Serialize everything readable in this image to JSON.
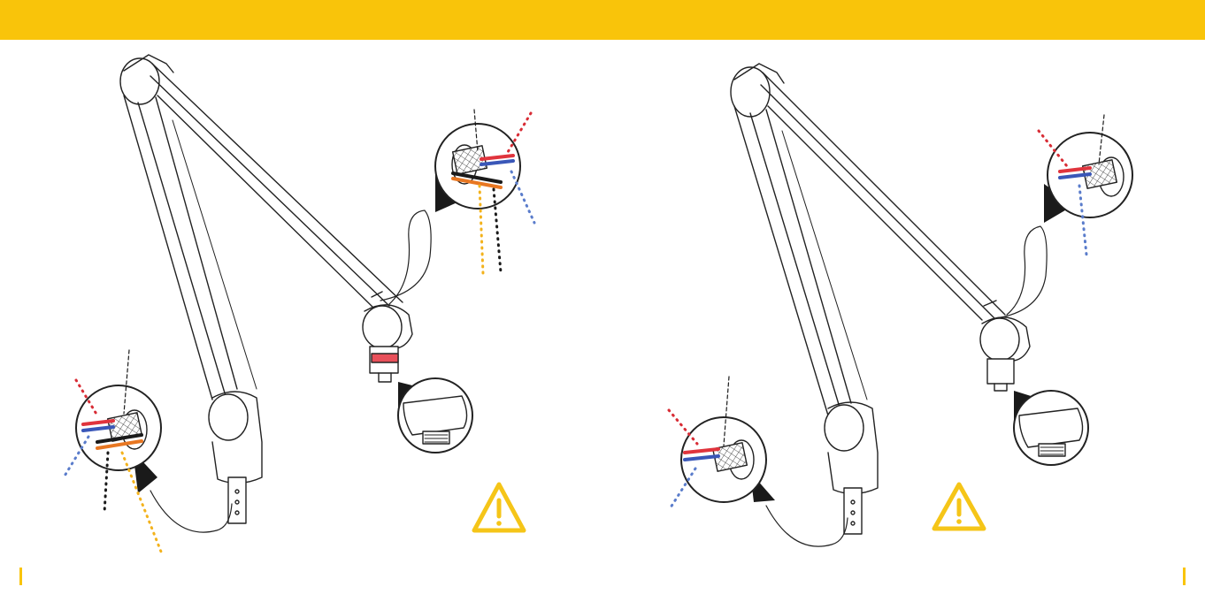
{
  "colors": {
    "brand_yellow": "#F9C40A",
    "warning_yellow": "#F5C518",
    "wire_red": "#E0343D",
    "wire_blue": "#3A57B8",
    "wire_orange": "#E87722",
    "wire_black": "#1A1A1A",
    "dotted_red": "#D82C35",
    "dotted_blue": "#5A7CCB",
    "dotted_yellow": "#F3B21C",
    "outline": "#222222",
    "led_ring": "#E8505A"
  },
  "panels": [
    {
      "id": "left",
      "illustration": "boom-arm-with-led-ring",
      "wires_top_connector": [
        "black",
        "red",
        "blue",
        "black",
        "orange"
      ],
      "wires_bottom_connector": [
        "red",
        "blue",
        "black",
        "orange"
      ],
      "warning_icon": "warning-triangle-icon"
    },
    {
      "id": "right",
      "illustration": "boom-arm-without-led",
      "wires_top_connector": [
        "black",
        "red",
        "blue"
      ],
      "wires_bottom_connector": [
        "red",
        "blue",
        "black"
      ],
      "warning_icon": "warning-triangle-icon"
    }
  ]
}
